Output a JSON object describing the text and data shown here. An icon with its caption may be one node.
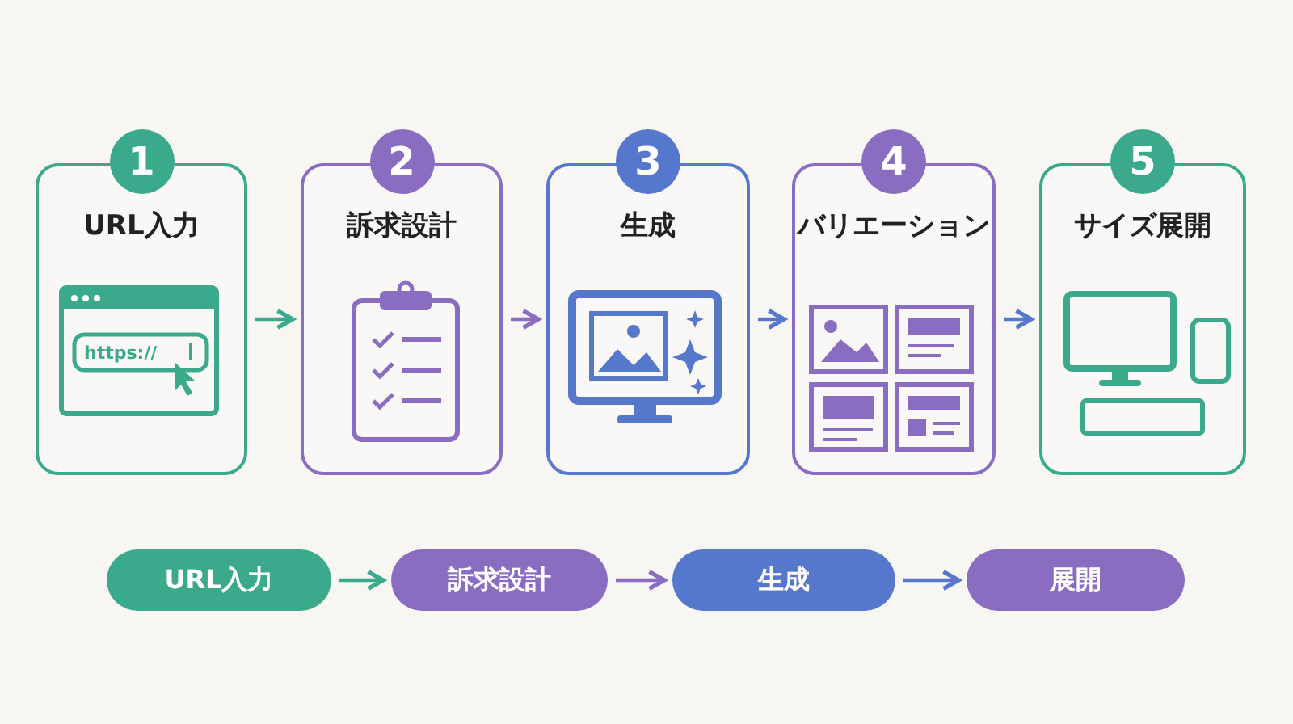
{
  "diagram": {
    "nodes": [
      {
        "text": [
          "1",
          "URL入力",
          "https://"
        ]
      },
      {
        "text": [
          "2",
          "訴求設計"
        ]
      },
      {
        "text": [
          "3",
          "生成"
        ]
      },
      {
        "text": [
          "4",
          "バリエーション"
        ]
      },
      {
        "text": [
          "5",
          "サイズ展開"
        ]
      },
      {
        "text": [
          "URL入力"
        ]
      },
      {
        "text": [
          "訴求設計"
        ]
      },
      {
        "text": [
          "生成"
        ]
      },
      {
        "text": [
          "展開"
        ]
      }
    ],
    "edges": [
      {
        "from": 0,
        "to": 1,
        "arrow": "to",
        "color": "#3aa98c"
      },
      {
        "from": 1,
        "to": 2,
        "arrow": "to",
        "color": "#8a6cc0"
      },
      {
        "from": 2,
        "to": 3,
        "arrow": "to",
        "color": "#5577cc"
      },
      {
        "from": 3,
        "to": 4,
        "arrow": "to",
        "color": "#5577cc"
      },
      {
        "from": 5,
        "to": 6,
        "arrow": "to",
        "color": "#3aa98c"
      },
      {
        "from": 6,
        "to": 7,
        "arrow": "to",
        "color": "#8a6cc0"
      },
      {
        "from": 7,
        "to": 8,
        "arrow": "to",
        "color": "#5577cc"
      }
    ]
  }
}
